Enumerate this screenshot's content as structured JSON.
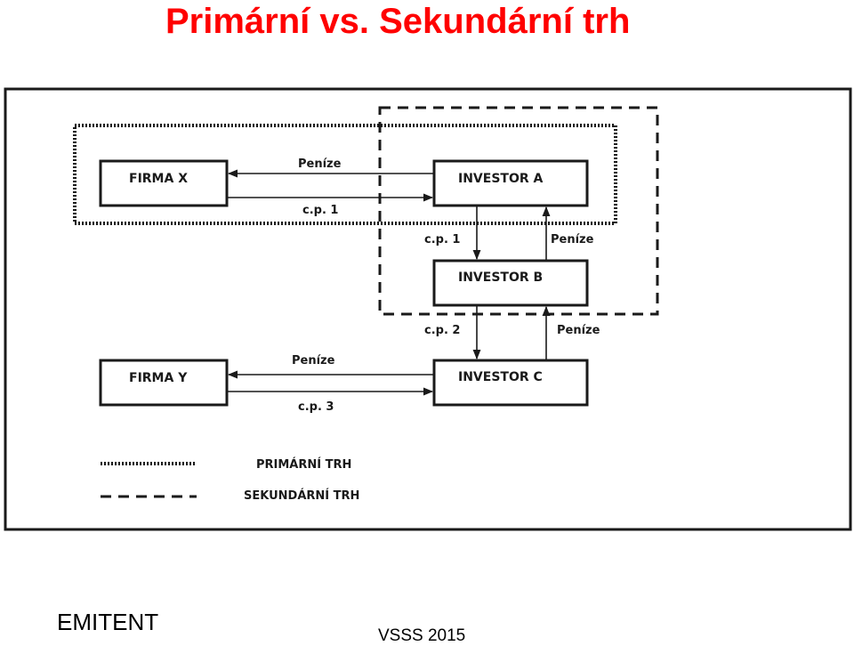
{
  "title": "Primární vs. Sekundární trh",
  "nodes": {
    "firma_x": "FIRMA X",
    "investor_a": "INVESTOR A",
    "investor_b": "INVESTOR B",
    "firma_y": "FIRMA Y",
    "investor_c": "INVESTOR C"
  },
  "edges": {
    "a_to_x_money": "Peníze",
    "x_to_a_security": "c.p. 1",
    "a_to_b_security": "c.p. 1",
    "b_to_a_money": "Peníze",
    "b_to_c_security": "c.p. 2",
    "c_to_b_money": "Peníze",
    "c_to_y_money": "Peníze",
    "y_to_c_security": "c.p. 3"
  },
  "legend": {
    "primary": "PRIMÁRNÍ TRH",
    "secondary": "SEKUNDÁRNÍ TRH"
  },
  "footer": {
    "left": "EMITENT",
    "right": "VSSS 2015"
  },
  "colors": {
    "title": "#ff0000",
    "lines": "#1a1a1a"
  }
}
